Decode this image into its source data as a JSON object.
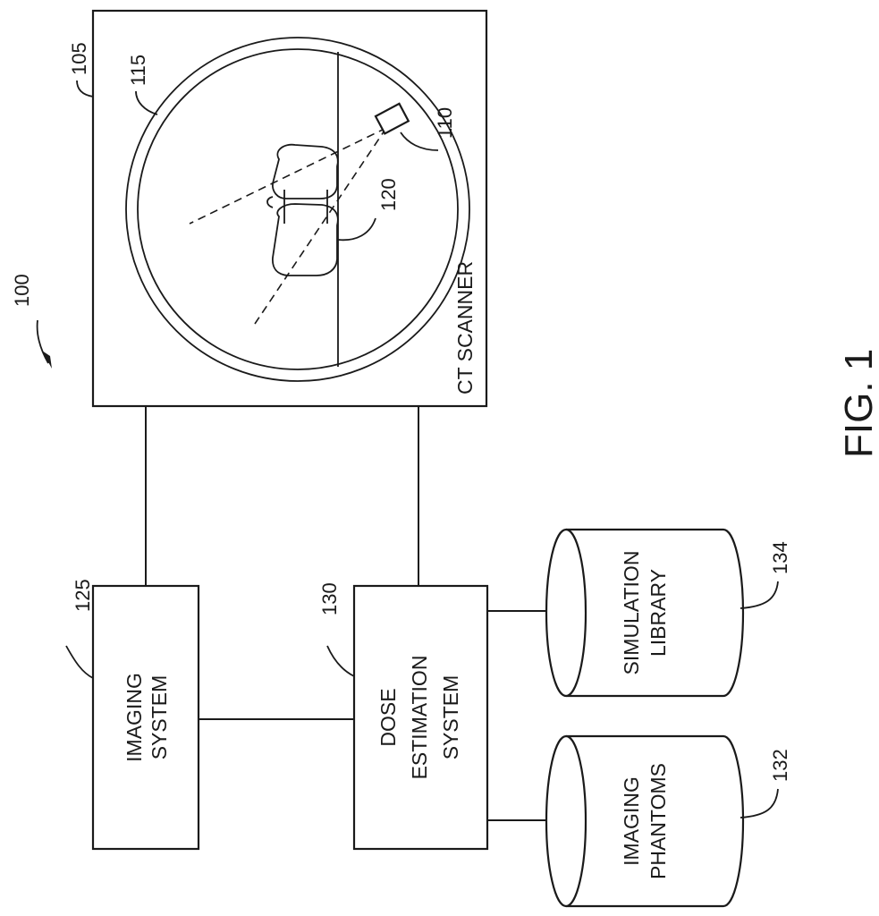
{
  "figure_label": "FIG. 1",
  "refs": {
    "system": "100",
    "ct_scanner": "105",
    "source": "110",
    "gantry": "115",
    "patient": "120",
    "imaging_system": "125",
    "dose_estimation_system": "130",
    "imaging_phantoms": "132",
    "simulation_library": "134"
  },
  "labels": {
    "ct_scanner": "CT SCANNER",
    "imaging_system": [
      "IMAGING",
      "SYSTEM"
    ],
    "dose_estimation_system": [
      "DOSE",
      "ESTIMATION",
      "SYSTEM"
    ],
    "imaging_phantoms": [
      "IMAGING",
      "PHANTOMS"
    ],
    "simulation_library": [
      "SIMULATION",
      "LIBRARY"
    ]
  }
}
